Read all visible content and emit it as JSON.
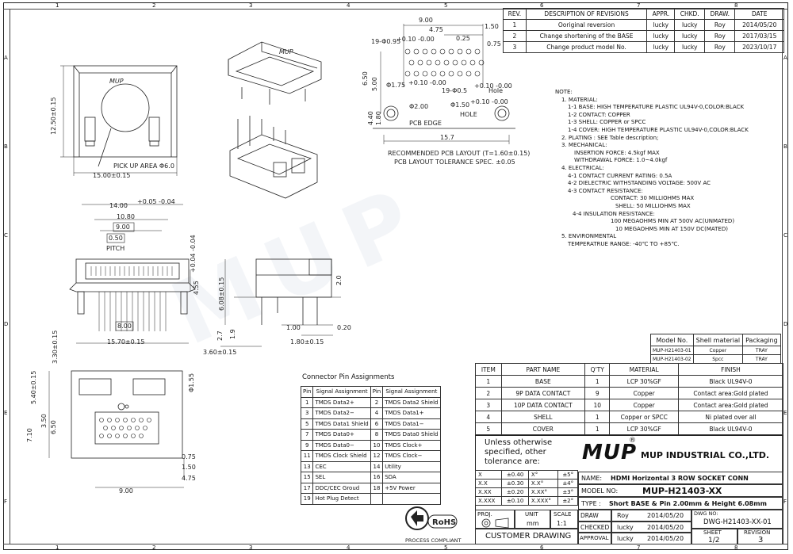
{
  "watermark": "MUP",
  "zones": {
    "top": [
      "1",
      "2",
      "3",
      "4",
      "5",
      "6",
      "7",
      "8"
    ],
    "side": [
      "A",
      "B",
      "C",
      "D",
      "E",
      "F"
    ]
  },
  "revisions": {
    "headers": [
      "REV.",
      "DESCRIPTION OF REVISIONS",
      "APPR.",
      "CHKD.",
      "DRAW.",
      "DATE"
    ],
    "rows": [
      {
        "rev": "1",
        "desc": "Ooriginal reversion",
        "appr": "lucky",
        "chkd": "lucky",
        "draw": "Roy",
        "date": "2014/05/20"
      },
      {
        "rev": "2",
        "desc": "Change shortening of the BASE",
        "appr": "lucky",
        "chkd": "lucky",
        "draw": "Roy",
        "date": "2017/03/15"
      },
      {
        "rev": "3",
        "desc": "Change product model No.",
        "appr": "lucky",
        "chkd": "lucky",
        "draw": "Roy",
        "date": "2023/10/17"
      }
    ]
  },
  "notes": [
    "NOTE:",
    "  1. MATERIAL:",
    "     1-1 BASE: HIGH TEMPERATURE PLASTIC UL94V-0,COLOR:BLACK",
    "     1-2 CONTACT: COPPER",
    "     1-3 SHELL: COPPER or SPCC",
    "     1-4 COVER: HIGH TEMPERATURE PLASTIC UL94V-0,COLOR:BLACK",
    "  2. PLATING : SEE Table description;",
    "  3. MECHANICAL:",
    "       INSERTION FORCE: 4.5kgf MAX",
    "       WITHDRAWAL FORCE: 1.0~4.0kgf",
    "  4. ELECTRICAL:",
    "     4-1 CONTACT CURRENT RATING: 0.5A",
    "     4-2 DIELECTRIC WITHSTANDING VOLTAGE: 500V AC",
    "     4-3 CONTACT RESISTANCE:",
    "              CONTACT: 30 MILLIOHMS MAX",
    "              SHELL: 50 MILLIOHMS MAX",
    "     4-4 INSULATION RESISTANCE:",
    "              100 MEGAOHMS MIN AT 500V AC(UNMATED)",
    "              10 MEGAOHMS MIN AT 150V DC(MATED)",
    "  5. ENVIRONMENTAL",
    "     TEMPERATRUE RANGE: -40℃ TO +85℃."
  ],
  "models": {
    "headers": [
      "Model No.",
      "Shell material",
      "Packaging"
    ],
    "rows": [
      [
        "MUP-H21403-01",
        "Copper",
        "TRAY"
      ],
      [
        "MUP-H21403-02",
        "Spcc",
        "TRAY"
      ]
    ]
  },
  "pins": {
    "title": "Connector Pin Assignments",
    "headers": [
      "Pin",
      "Signal Assignment",
      "Pin",
      "Signal Assignment"
    ],
    "rows": [
      [
        "1",
        "TMDS Data2+",
        "2",
        "TMDS Data2 Shield"
      ],
      [
        "3",
        "TMDS Data2−",
        "4",
        "TMDS Data1+"
      ],
      [
        "5",
        "TMDS Data1 Shield",
        "6",
        "TMDS Data1−"
      ],
      [
        "7",
        "TMDS Data0+",
        "8",
        "TMDS Data0 Shield"
      ],
      [
        "9",
        "TMDS Data0−",
        "10",
        "TMDS Clock+"
      ],
      [
        "11",
        "TMDS Clock Shield",
        "12",
        "TMDS Clock−"
      ],
      [
        "13",
        "CEC",
        "14",
        "Utility"
      ],
      [
        "15",
        "SEL",
        "16",
        "SDA"
      ],
      [
        "17",
        "DDC/CEC Groud",
        "18",
        "+5V Power"
      ],
      [
        "19",
        "Hot Plug Detect",
        "",
        ""
      ]
    ]
  },
  "bom": {
    "headers": [
      "ITEM",
      "PART NAME",
      "Q'TY",
      "MATERIAL",
      "FINISH"
    ],
    "rows": [
      [
        "1",
        "BASE",
        "1",
        "LCP 30%GF",
        "Black UL94V-0"
      ],
      [
        "2",
        "9P DATA CONTACT",
        "9",
        "Copper",
        "Contact area:Gold plated"
      ],
      [
        "3",
        "10P DATA CONTACT",
        "10",
        "Copper",
        "Contact area:Gold plated"
      ],
      [
        "4",
        "SHELL",
        "1",
        "Copper or SPCC",
        "Ni plated over all"
      ],
      [
        "5",
        "COVER",
        "1",
        "LCP 30%GF",
        "Black UL94V-0"
      ]
    ]
  },
  "title_block": {
    "tolerance_note": [
      "Unless otherwise",
      "specified, other",
      "tolerance are:"
    ],
    "tolerances": [
      [
        "X",
        "±0.40",
        "X°",
        "±5°"
      ],
      [
        "X.X",
        "±0.30",
        "X.X°",
        "±4°"
      ],
      [
        "X.XX",
        "±0.20",
        "X.XX°",
        "±3°"
      ],
      [
        "X.XXX",
        "±0.10",
        "X.XXX°",
        "±2°"
      ]
    ],
    "logo": "MUP",
    "registered": "®",
    "company": "MUP INDUSTRIAL CO.,LTD.",
    "name_label": "NAME:",
    "name": "HDMI Horizontal 3 ROW SOCKET CONN",
    "model_label": "MODEL NO:",
    "model": "MUP-H21403-XX",
    "type_label": "TYPE :",
    "type": "Short BASE & Pin 2.00mm & Height 6.08mm",
    "proj_label": "PROJ.",
    "unit_label": "UNIT",
    "unit": "mm",
    "scale_label": "SCALE",
    "scale": "1:1",
    "draw_label": "DRAW",
    "draw_name": "Roy",
    "draw_date": "2014/05/20",
    "checked_label": "CHECKED",
    "checked_name": "lucky",
    "checked_date": "2014/05/20",
    "approval_label": "APPROVAL",
    "approval_name": "lucky",
    "approval_date": "2014/05/20",
    "dwg_label": "DWG NO:",
    "dwg_no": "DWG-H21403-XX-01",
    "sheet_label": "SHEET",
    "sheet": "1/2",
    "revision_label": "REVISION",
    "revision": "3",
    "customer_drawing": "CUSTOMER DRAWING",
    "rohs": "RoHS",
    "process": "PROCESS COMPLIANT"
  },
  "dims": {
    "top_w": "15.00±0.15",
    "top_h": "12.50±0.15",
    "pickup": "PICK UP AREA Φ6.0",
    "logo_small": "MUP",
    "front_14": "14.00",
    "front_14_tol": "+0.05 -0.04",
    "front_1080": "10.80",
    "front_900": "9.00",
    "front_050": "0.50",
    "pitch": "PITCH",
    "front_800": "8.00",
    "front_1570": "15.70±0.15",
    "front_455": "4.55",
    "front_455_tol": "+0.04 -0.04",
    "side_608": "6.08±0.15",
    "side_20": "2.0",
    "side_27": "2.7",
    "side_19": "1.9",
    "side_100": "1.00",
    "side_020": "0.20",
    "side_180": "1.80±0.15",
    "side_360": "3.60±0.15",
    "pcb_900": "9.00",
    "pcb_475": "4.75",
    "pcb_025": "0.25",
    "pcb_150": "1.50",
    "pcb_075": "0.75",
    "pcb_hole1": "19-Φ0.95",
    "pcb_hole1_tol": "+0.10 -0.00",
    "pcb_650": "6.50",
    "pcb_500": "5.00",
    "pcb_hole2": "Φ1.75",
    "pcb_hole2_tol": "+0.10 -0.00",
    "pcb_hole3": "19-Φ0.5",
    "pcb_hole3_suffix": "Hole",
    "pcb_hole3_tol": "+0.10 -0.00",
    "pcb_440": "4.40",
    "pcb_180": "1.80",
    "pcb_200": "Φ2.00",
    "pcb_hole4": "Φ1.50",
    "pcb_hole4_tol": "+0.10 -0.00",
    "pcb_hole4_suffix": "HOLE",
    "pcb_edge": "PCB EDGE",
    "pcb_157": "15.7",
    "pcb_note1": "RECOMMENDED PCB LAYOUT (T=1.60±0.15)",
    "pcb_note2": "PCB LAYOUT TOLERANCE SPEC. ±0.05",
    "bot_330": "3.30±0.15",
    "bot_540": "5.40±0.15",
    "bot_155": "Φ1.55",
    "bot_350": "3.50",
    "bot_650": "6.50",
    "bot_710": "7.10",
    "bot_075": "0.75",
    "bot_150": "1.50",
    "bot_475": "4.75",
    "bot_900": "9.00"
  }
}
